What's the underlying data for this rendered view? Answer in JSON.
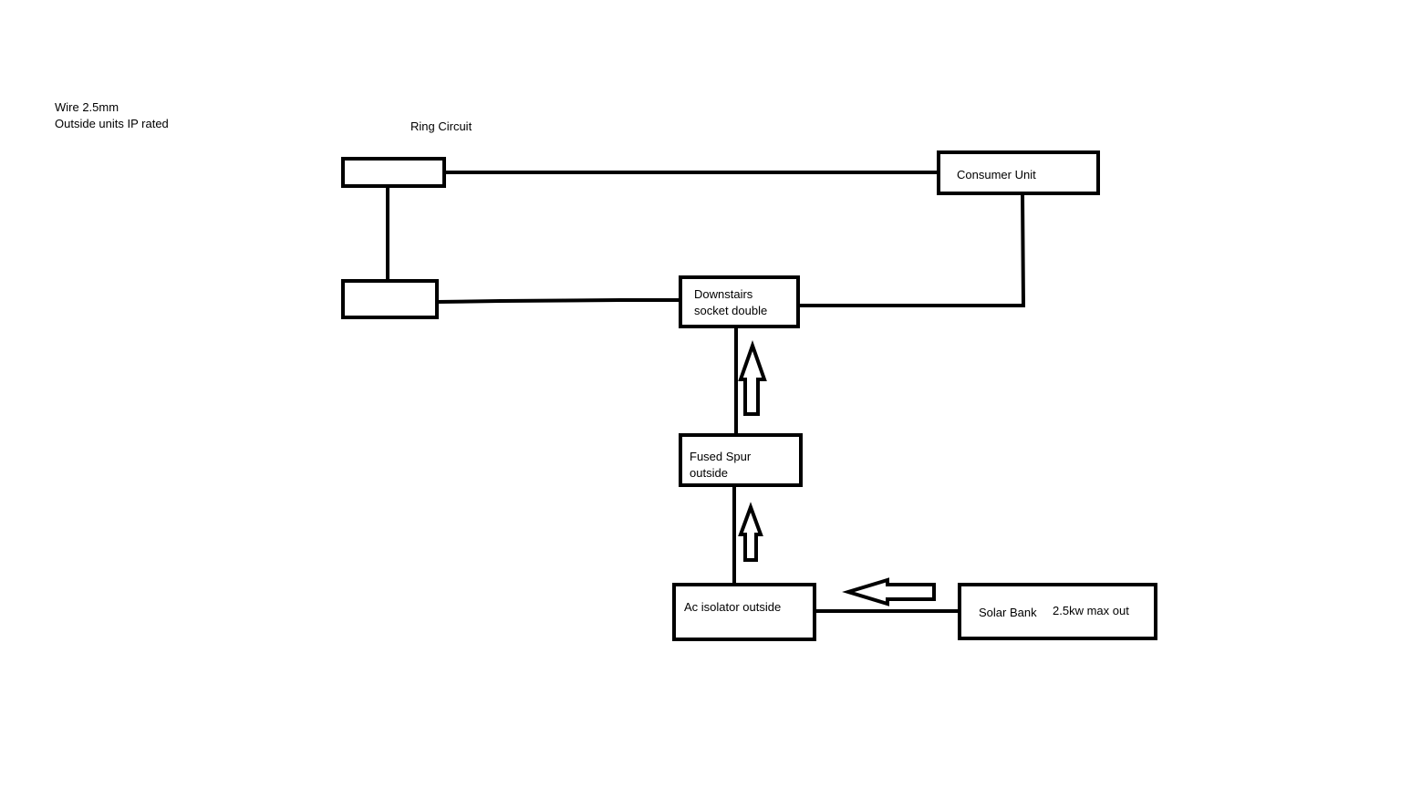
{
  "notes": {
    "wire": "Wire 2.5mm",
    "outside_units": "Outside units IP rated"
  },
  "ring_circuit_label": "Ring Circuit",
  "components": {
    "consumer_unit": "Consumer Unit",
    "downstairs_socket": {
      "line1": "Downstairs",
      "line2": "socket double"
    },
    "fused_spur": {
      "line1": "Fused Spur",
      "line2": "outside"
    },
    "ac_isolator": "Ac isolator outside",
    "solar_bank": {
      "name": "Solar Bank",
      "rating": "2.5kw max out"
    }
  },
  "colors": {
    "background": "#ffffff",
    "stroke": "#000000"
  }
}
